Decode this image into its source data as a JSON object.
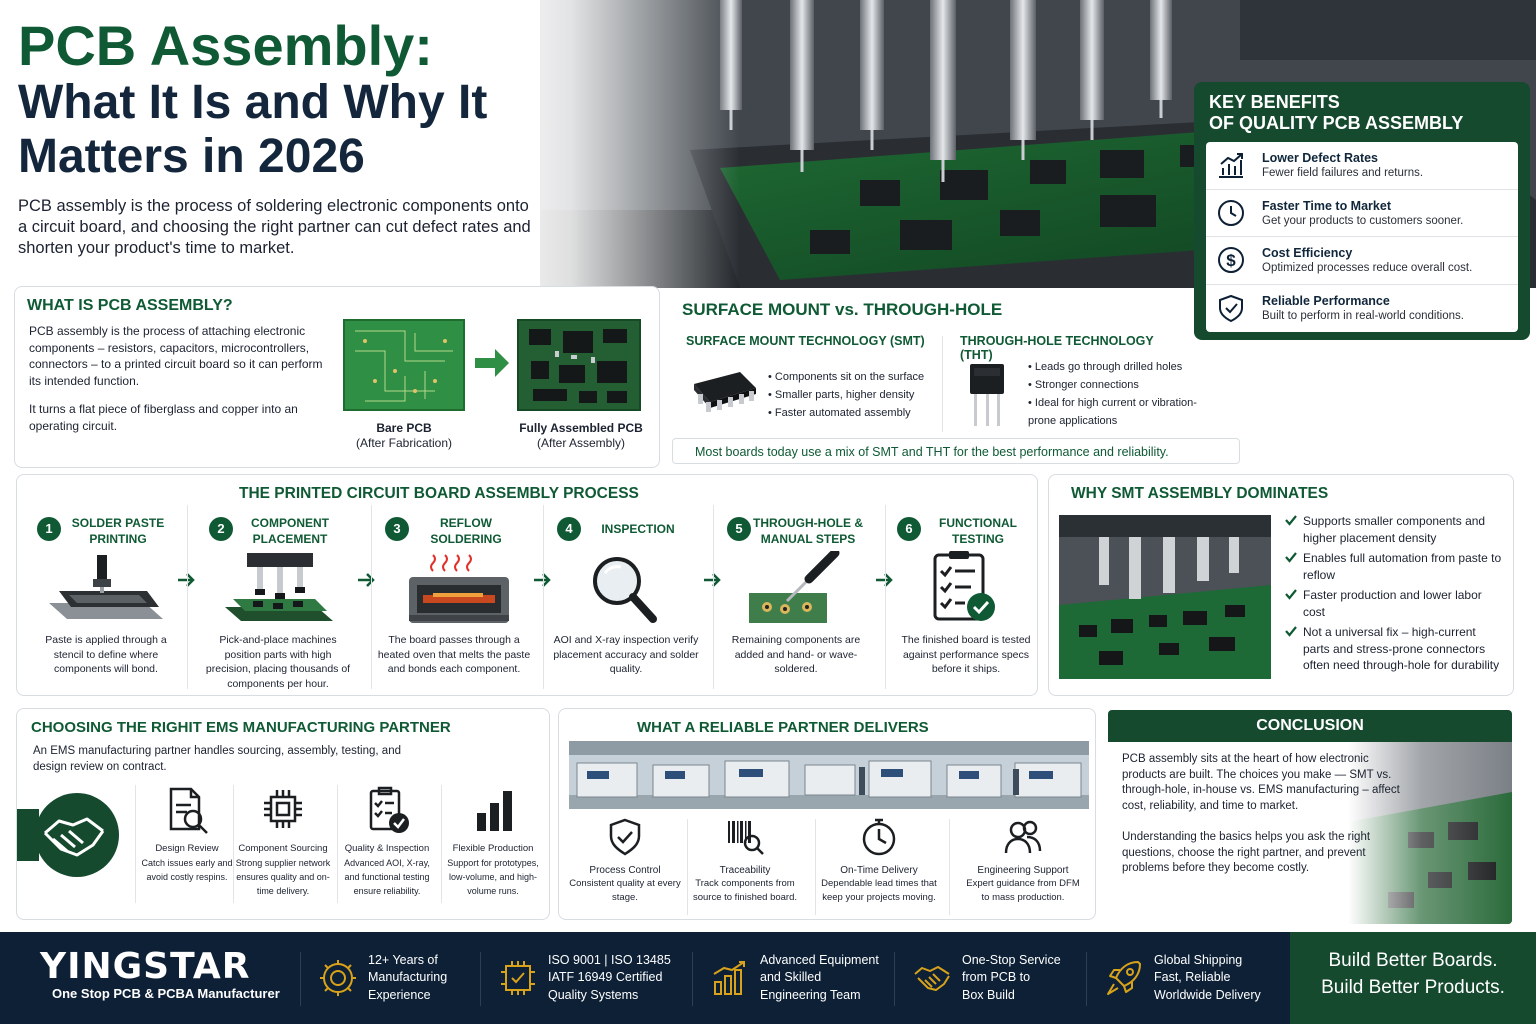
{
  "hero": {
    "title_line1": "PCB Assembly:",
    "title_line2": "What It Is and Why It",
    "title_line3": "Matters in 2026",
    "lead": "PCB assembly is the process of soldering electronic components onto a circuit board, and choosing the right partner can cut defect rates and shorten your product's time to market."
  },
  "benefits": {
    "title_line1": "KEY BENEFITS",
    "title_line2": "OF QUALITY PCB ASSEMBLY",
    "items": [
      {
        "title": "Lower Defect Rates",
        "desc": "Fewer field failures and returns.",
        "icon": "chart-up-icon"
      },
      {
        "title": "Faster Time to Market",
        "desc": "Get your products to customers sooner.",
        "icon": "clock-icon"
      },
      {
        "title": "Cost Efficiency",
        "desc": "Optimized processes reduce overall cost.",
        "icon": "dollar-icon"
      },
      {
        "title": "Reliable Performance",
        "desc": "Built to perform in real-world conditions.",
        "icon": "shield-check-icon"
      }
    ]
  },
  "what": {
    "title": "WHAT IS PCB ASSEMBLY?",
    "p1": "PCB assembly is the process of attaching electronic components – resistors, capacitors, microcontrollers, connectors – to a printed circuit board so it can perform its intended function.",
    "p2": "It turns a flat piece of fiberglass and copper into an operating circuit.",
    "bare_title": "Bare PCB",
    "bare_sub": "(After Fabrication)",
    "full_title": "Fully Assembled PCB",
    "full_sub": "(After Assembly)"
  },
  "smt": {
    "title": "SURFACE MOUNT vs. THROUGH-HOLE",
    "smt_title": "SURFACE MOUNT TECHNOLOGY (SMT)",
    "smt_points": [
      "Components sit on the surface",
      "Smaller parts, higher density",
      "Faster automated assembly"
    ],
    "tht_title": "THROUGH-HOLE TECHNOLOGY (THT)",
    "tht_points": [
      "Leads go through drilled holes",
      "Stronger connections",
      "Ideal for high current or vibration-prone applications"
    ],
    "note": "Most boards today use a mix of SMT and THT for the best performance and reliability."
  },
  "process": {
    "title": "THE PRINTED CIRCUIT BOARD ASSEMBLY PROCESS",
    "steps": [
      {
        "num": "1",
        "title": "SOLDER PASTE PRINTING",
        "desc": "Paste is applied through a stencil to define where components will bond."
      },
      {
        "num": "2",
        "title": "COMPONENT PLACEMENT",
        "desc": "Pick-and-place machines position parts with high precision, placing thousands of components per hour."
      },
      {
        "num": "3",
        "title": "REFLOW SOLDERING",
        "desc": "The board passes through a heated oven that melts the paste and bonds each component."
      },
      {
        "num": "4",
        "title": "INSPECTION",
        "desc": "AOI and X-ray inspection verify placement accuracy and solder quality."
      },
      {
        "num": "5",
        "title": "THROUGH-HOLE & MANUAL STEPS",
        "desc": "Remaining components are added and hand- or wave-soldered."
      },
      {
        "num": "6",
        "title": "FUNCTIONAL TESTING",
        "desc": "The finished board is tested against performance specs before it ships."
      }
    ]
  },
  "why": {
    "title": "WHY SMT ASSEMBLY DOMINATES",
    "points": [
      "Supports smaller components and higher placement density",
      "Enables full automation from paste to reflow",
      "Faster production and lower labor cost",
      "Not a universal fix – high-current parts and stress-prone connectors often need through-hole for durability"
    ]
  },
  "choose": {
    "title": "CHOOSING THE RIGHIT EMS MANUFACTURING PARTNER",
    "lead": "An EMS manufacturing partner handles sourcing, assembly, testing, and design review on contract.",
    "features": [
      {
        "title": "Design Review",
        "desc": "Catch issues early and avoid costly respins."
      },
      {
        "title": "Component Sourcing",
        "desc": "Strong supplier network ensures quality and on-time delivery."
      },
      {
        "title": "Quality & Inspection",
        "desc": "Advanced AOI, X-ray, and functional testing ensure reliability."
      },
      {
        "title": "Flexible Production",
        "desc": "Support for prototypes, low-volume, and high-volume runs."
      }
    ]
  },
  "reliable": {
    "title": "WHAT A RELIABLE PARTNER DELIVERS",
    "features": [
      {
        "title": "Process Control",
        "desc": "Consistent quality at every stage."
      },
      {
        "title": "Traceability",
        "desc": "Track components from source to finished board."
      },
      {
        "title": "On-Time Delivery",
        "desc": "Dependable lead times that keep your projects moving."
      },
      {
        "title": "Engineering Support",
        "desc": "Expert guidance from DFM to mass production."
      }
    ]
  },
  "conclusion": {
    "title": "CONCLUSION",
    "p1": "PCB assembly sits at the heart of how electronic products are built. The choices you make — SMT vs. through-hole, in-house vs. EMS manufacturing – affect cost, reliability, and time to market.",
    "p2": "Understanding the basics helps you ask the right questions, choose the right partner, and prevent problems before they become costly."
  },
  "footer": {
    "logo": "YINGSTAR",
    "tagline": "One Stop PCB & PCBA Manufacturer",
    "items": [
      {
        "line1": "12+ Years of",
        "line2": "Manufacturing",
        "line3": "Experience"
      },
      {
        "line1": "ISO 9001 | ISO 13485",
        "line2": "IATF 16949 Certified",
        "line3": "Quality Systems"
      },
      {
        "line1": "Advanced Equipment",
        "line2": "and Skilled",
        "line3": "Engineering Team"
      },
      {
        "line1": "One-Stop Service",
        "line2": "from PCB to",
        "line3": "Box Build"
      },
      {
        "line1": "Global Shipping",
        "line2": "Fast, Reliable",
        "line3": "Worldwide Delivery"
      }
    ],
    "cta_line1": "Build Better Boards.",
    "cta_line2": "Build Better Products."
  },
  "colors": {
    "brand_green": "#0f5a34",
    "dark_green": "#154a2f",
    "navy": "#0d2036",
    "gold": "#d8a21b"
  }
}
